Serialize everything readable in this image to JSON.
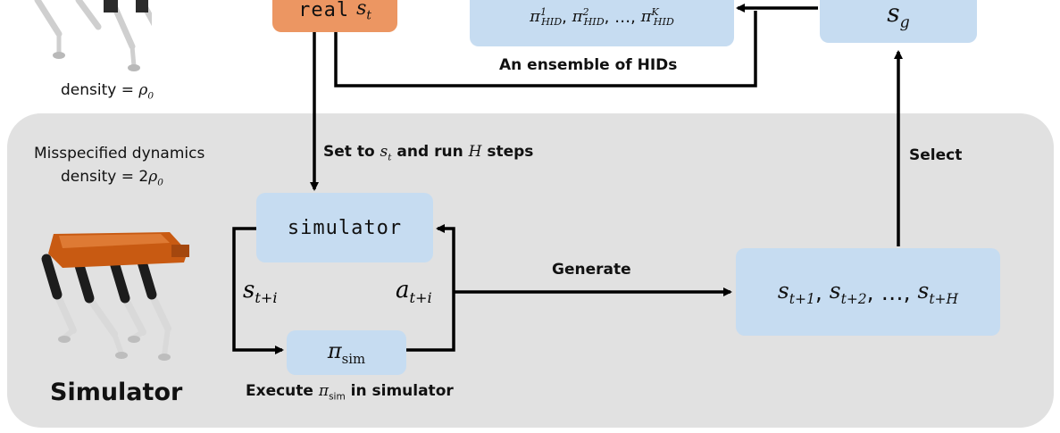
{
  "top": {
    "real_state_box": {
      "prefix": "real",
      "symbol": "s",
      "subscript": "t"
    },
    "hid_box": {
      "terms": [
        {
          "symbol": "π",
          "sup": "1",
          "sub": "HID"
        },
        {
          "symbol": "π",
          "sup": "2",
          "sub": "HID"
        },
        {
          "symbol": "π",
          "sup": "K",
          "sub": "HID"
        }
      ],
      "ellipsis": "…"
    },
    "hid_caption": "An ensemble of HIDs",
    "goal_box": {
      "symbol": "s",
      "subscript": "g"
    },
    "real_density_label": {
      "prefix": "density = ",
      "symbol": "ρ",
      "subscript": "0"
    }
  },
  "simulator_region": {
    "title": "Simulator",
    "misspec_label": "Misspecified dynamics",
    "density_label": {
      "prefix": "density = ",
      "coef": "2",
      "symbol": "ρ",
      "subscript": "0"
    },
    "set_label": {
      "prefix": "Set to ",
      "symbol": "s",
      "subscript": "t",
      "middle": " and run ",
      "h": "H",
      "suffix": " steps"
    },
    "simulator_box": "simulator",
    "state_label": {
      "symbol": "s",
      "subscript": "t+i"
    },
    "action_label": {
      "symbol": "a",
      "subscript": "t+i"
    },
    "policy_box": {
      "symbol": "π",
      "subscript": "sim"
    },
    "execute_label": {
      "prefix": "Execute ",
      "symbol": "π",
      "subscript": "sim",
      "suffix": " in simulator"
    },
    "generate_label": "Generate",
    "trajectory_box": {
      "terms": [
        {
          "symbol": "s",
          "subscript": "t+1"
        },
        {
          "symbol": "s",
          "subscript": "t+2"
        },
        {
          "symbol": "s",
          "subscript": "t+H"
        }
      ],
      "ellipsis": "…"
    },
    "select_label": "Select"
  },
  "colors": {
    "region_fill": "#e1e1e1",
    "box_fill": "#c6dcf1",
    "real_box_fill": "#ec9662",
    "robot_body": "#c85a12",
    "robot_joint": "#1c1c1c",
    "robot_leg": "#d4d4d4"
  }
}
